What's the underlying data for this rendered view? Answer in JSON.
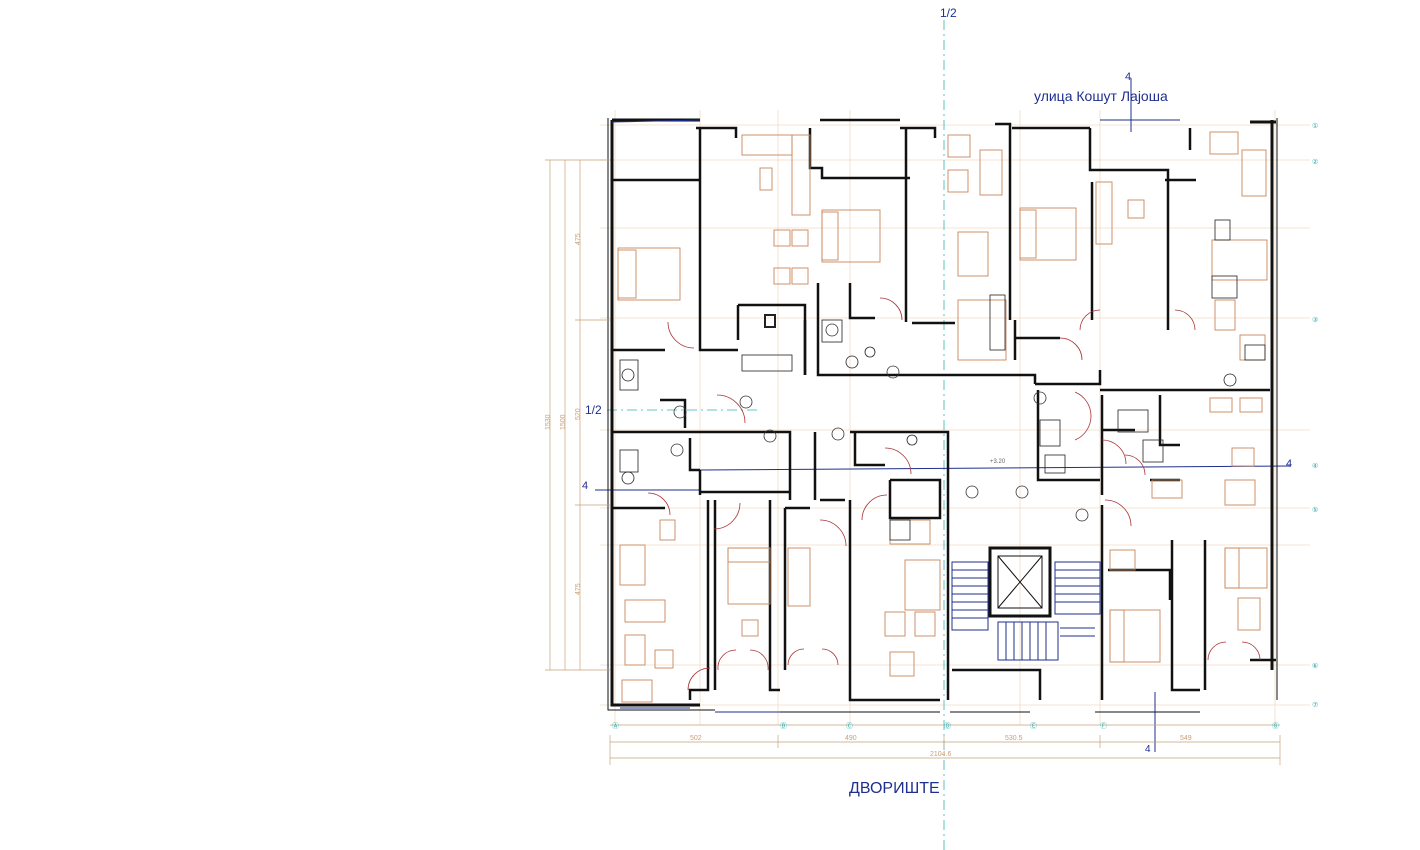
{
  "labels": {
    "axis_top": "1/2",
    "axis_left": "1/2",
    "street": "улица Кошут Лајоша",
    "courtyard": "ДВОРИШТЕ",
    "section_top": "4",
    "section_left": "4",
    "section_right": "4",
    "section_bottom": "4",
    "level_mark": "+3.20"
  },
  "dimensions": {
    "bottom": [
      "502",
      "490",
      "530.5",
      "549"
    ],
    "bottom_total": "2104.6",
    "left": [
      "475",
      "520",
      "475"
    ],
    "left_total": "1530",
    "left_inner": "1500"
  },
  "grid_axes": {
    "right": [
      "①",
      "②",
      "③",
      "④",
      "⑤",
      "⑥",
      "⑦"
    ],
    "bottom": [
      "Ⓐ",
      "Ⓑ",
      "Ⓒ",
      "Ⓓ",
      "Ⓔ",
      "Ⓕ",
      "Ⓖ"
    ]
  },
  "colors": {
    "wall": "#111111",
    "furniture": "#c8875a",
    "axis": "#34b3b3",
    "annotation": "#1f2f8f",
    "dimension": "#c9a07a",
    "grid_line": "#e6c9a8"
  }
}
